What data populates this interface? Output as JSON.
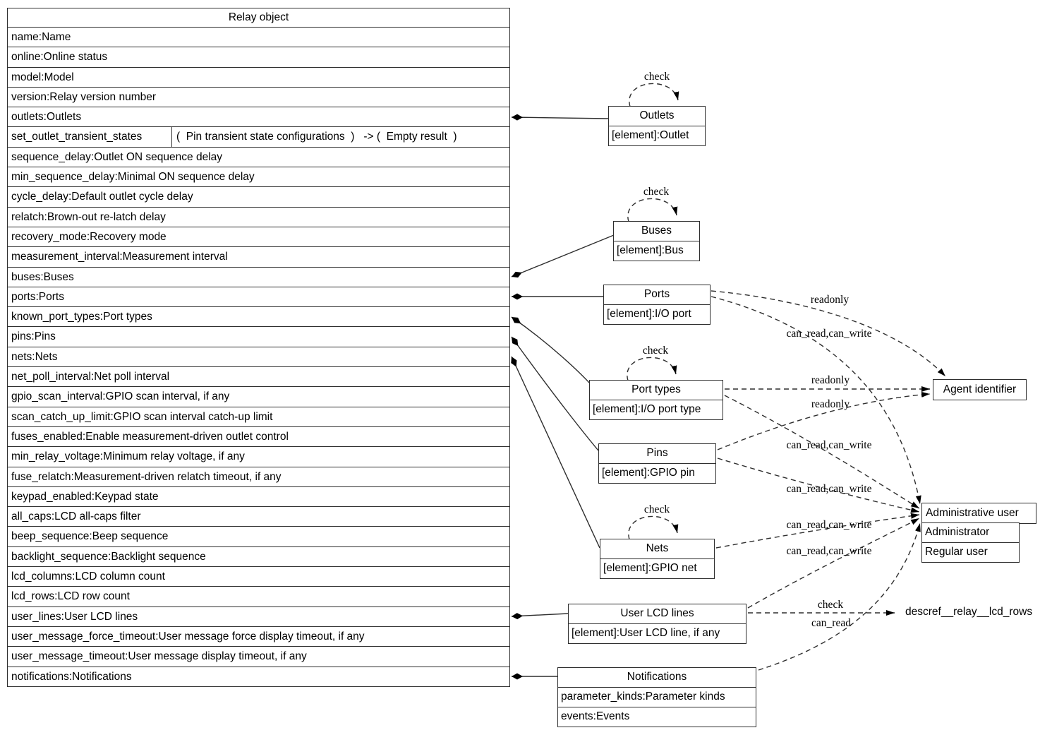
{
  "relay_table": {
    "title": "Relay object",
    "rows_before_method": [
      "name:Name",
      "online:Online status",
      "model:Model",
      "version:Relay version number",
      "outlets:Outlets"
    ],
    "method_row": {
      "name": "set_outlet_transient_states",
      "signature": "(  Pin transient state configurations  )   -> (  Empty result  )"
    },
    "rows_after_method": [
      "sequence_delay:Outlet ON sequence delay",
      "min_sequence_delay:Minimal ON sequence delay",
      "cycle_delay:Default outlet cycle delay",
      "relatch:Brown-out re-latch delay",
      "recovery_mode:Recovery mode",
      "measurement_interval:Measurement interval",
      "buses:Buses",
      "ports:Ports",
      "known_port_types:Port types",
      "pins:Pins",
      "nets:Nets",
      "net_poll_interval:Net poll interval",
      "gpio_scan_interval:GPIO scan interval, if any",
      "scan_catch_up_limit:GPIO scan interval catch-up limit",
      "fuses_enabled:Enable measurement-driven outlet control",
      "min_relay_voltage:Minimum relay voltage, if any",
      "fuse_relatch:Measurement-driven relatch timeout, if any",
      "keypad_enabled:Keypad state",
      "all_caps:LCD all-caps filter",
      "beep_sequence:Beep sequence",
      "backlight_sequence:Backlight sequence",
      "lcd_columns:LCD column count",
      "lcd_rows:LCD row count",
      "user_lines:User LCD lines",
      "user_message_force_timeout:User message force display timeout, if any",
      "user_message_timeout:User message display timeout, if any",
      "notifications:Notifications"
    ]
  },
  "nodes": {
    "outlets": {
      "title": "Outlets",
      "row": "[element]:Outlet"
    },
    "buses": {
      "title": "Buses",
      "row": "[element]:Bus"
    },
    "ports": {
      "title": "Ports",
      "row": "[element]:I/O port"
    },
    "port_types": {
      "title": "Port types",
      "row": "[element]:I/O port type"
    },
    "pins": {
      "title": "Pins",
      "row": "[element]:GPIO pin"
    },
    "nets": {
      "title": "Nets",
      "row": "[element]:GPIO net"
    },
    "user_lcd_lines": {
      "title": "User LCD lines",
      "row": "[element]:User LCD line, if any"
    },
    "notifications": {
      "title": "Notifications",
      "rows": [
        "parameter_kinds:Parameter kinds",
        "events:Events"
      ]
    },
    "agent_identifier": {
      "title": "Agent identifier"
    },
    "administrative_user": {
      "title": "Administrative user",
      "rows": [
        "Administrator",
        "Regular user"
      ]
    },
    "descref": {
      "label": "descref__relay__lcd_rows"
    }
  },
  "edge_labels": {
    "outlets_check": "check",
    "buses_check": "check",
    "port_types_check": "check",
    "nets_check": "check",
    "ports_readonly": "readonly",
    "ports_admin": "can_read,can_write",
    "port_types_readonly": "readonly",
    "pins_readonly": "readonly",
    "port_types_admin": "can_read,can_write",
    "pins_admin": "can_read,can_write",
    "nets_admin": "can_read,can_write",
    "user_lines_admin": "can_read,can_write",
    "user_lines_check": "check",
    "notifications_can_read": "can_read"
  },
  "colors": {
    "line": "#2e2e2e",
    "background": "#ffffff",
    "text": "#000000"
  }
}
